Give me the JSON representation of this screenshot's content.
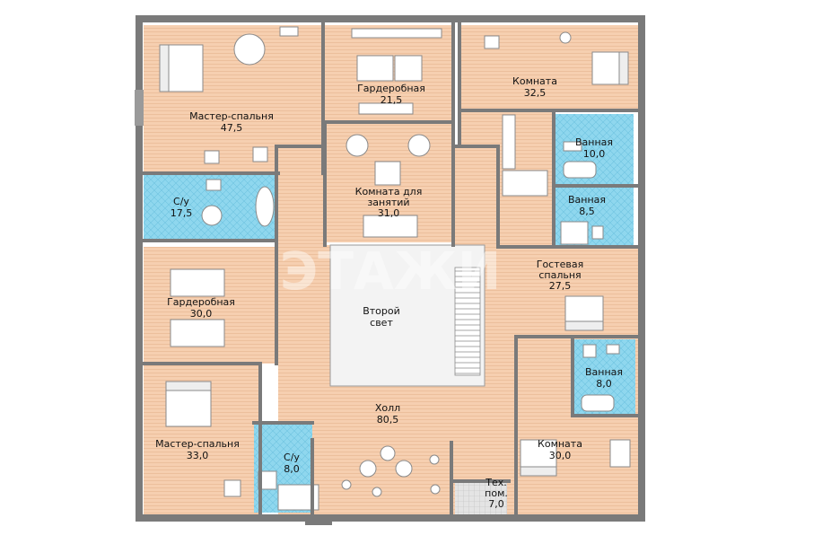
{
  "colors": {
    "wall": "#7a7a7a",
    "floor_wood": "#f6cfb0",
    "floor_tile": "#8fd7ee",
    "light_well": "#f3f3f3",
    "tech_room": "#d9d9d9",
    "label": "#111111"
  },
  "watermark": "ЭТАЖИ",
  "rooms": [
    {
      "id": "master-bedroom-1",
      "name": "Мастер-спальня",
      "area": "47,5"
    },
    {
      "id": "wardrobe-1",
      "name": "Гардеробная",
      "area": "21,5"
    },
    {
      "id": "room-1",
      "name": "Комната",
      "area": "32,5"
    },
    {
      "id": "bathroom-1",
      "name": "Ванная",
      "area": "10,0"
    },
    {
      "id": "wc-1",
      "name": "С/у",
      "area": "17,5"
    },
    {
      "id": "study",
      "name": "Комната для занятий",
      "area": "31,0"
    },
    {
      "id": "bathroom-2",
      "name": "Ванная",
      "area": "8,5"
    },
    {
      "id": "guest-bedroom",
      "name": "Гостевая спальня",
      "area": "27,5"
    },
    {
      "id": "wardrobe-2",
      "name": "Гардеробная",
      "area": "30,0"
    },
    {
      "id": "second-light",
      "name": "Второй свет",
      "area": ""
    },
    {
      "id": "bathroom-3",
      "name": "Ванная",
      "area": "8,0"
    },
    {
      "id": "hall",
      "name": "Холл",
      "area": "80,5"
    },
    {
      "id": "master-bedroom-2",
      "name": "Мастер-спальня",
      "area": "33,0"
    },
    {
      "id": "wc-2",
      "name": "С/у",
      "area": "8,0"
    },
    {
      "id": "room-2",
      "name": "Комната",
      "area": "30,0"
    },
    {
      "id": "tech-room",
      "name": "Тех. пом.",
      "area": "7,0"
    }
  ]
}
